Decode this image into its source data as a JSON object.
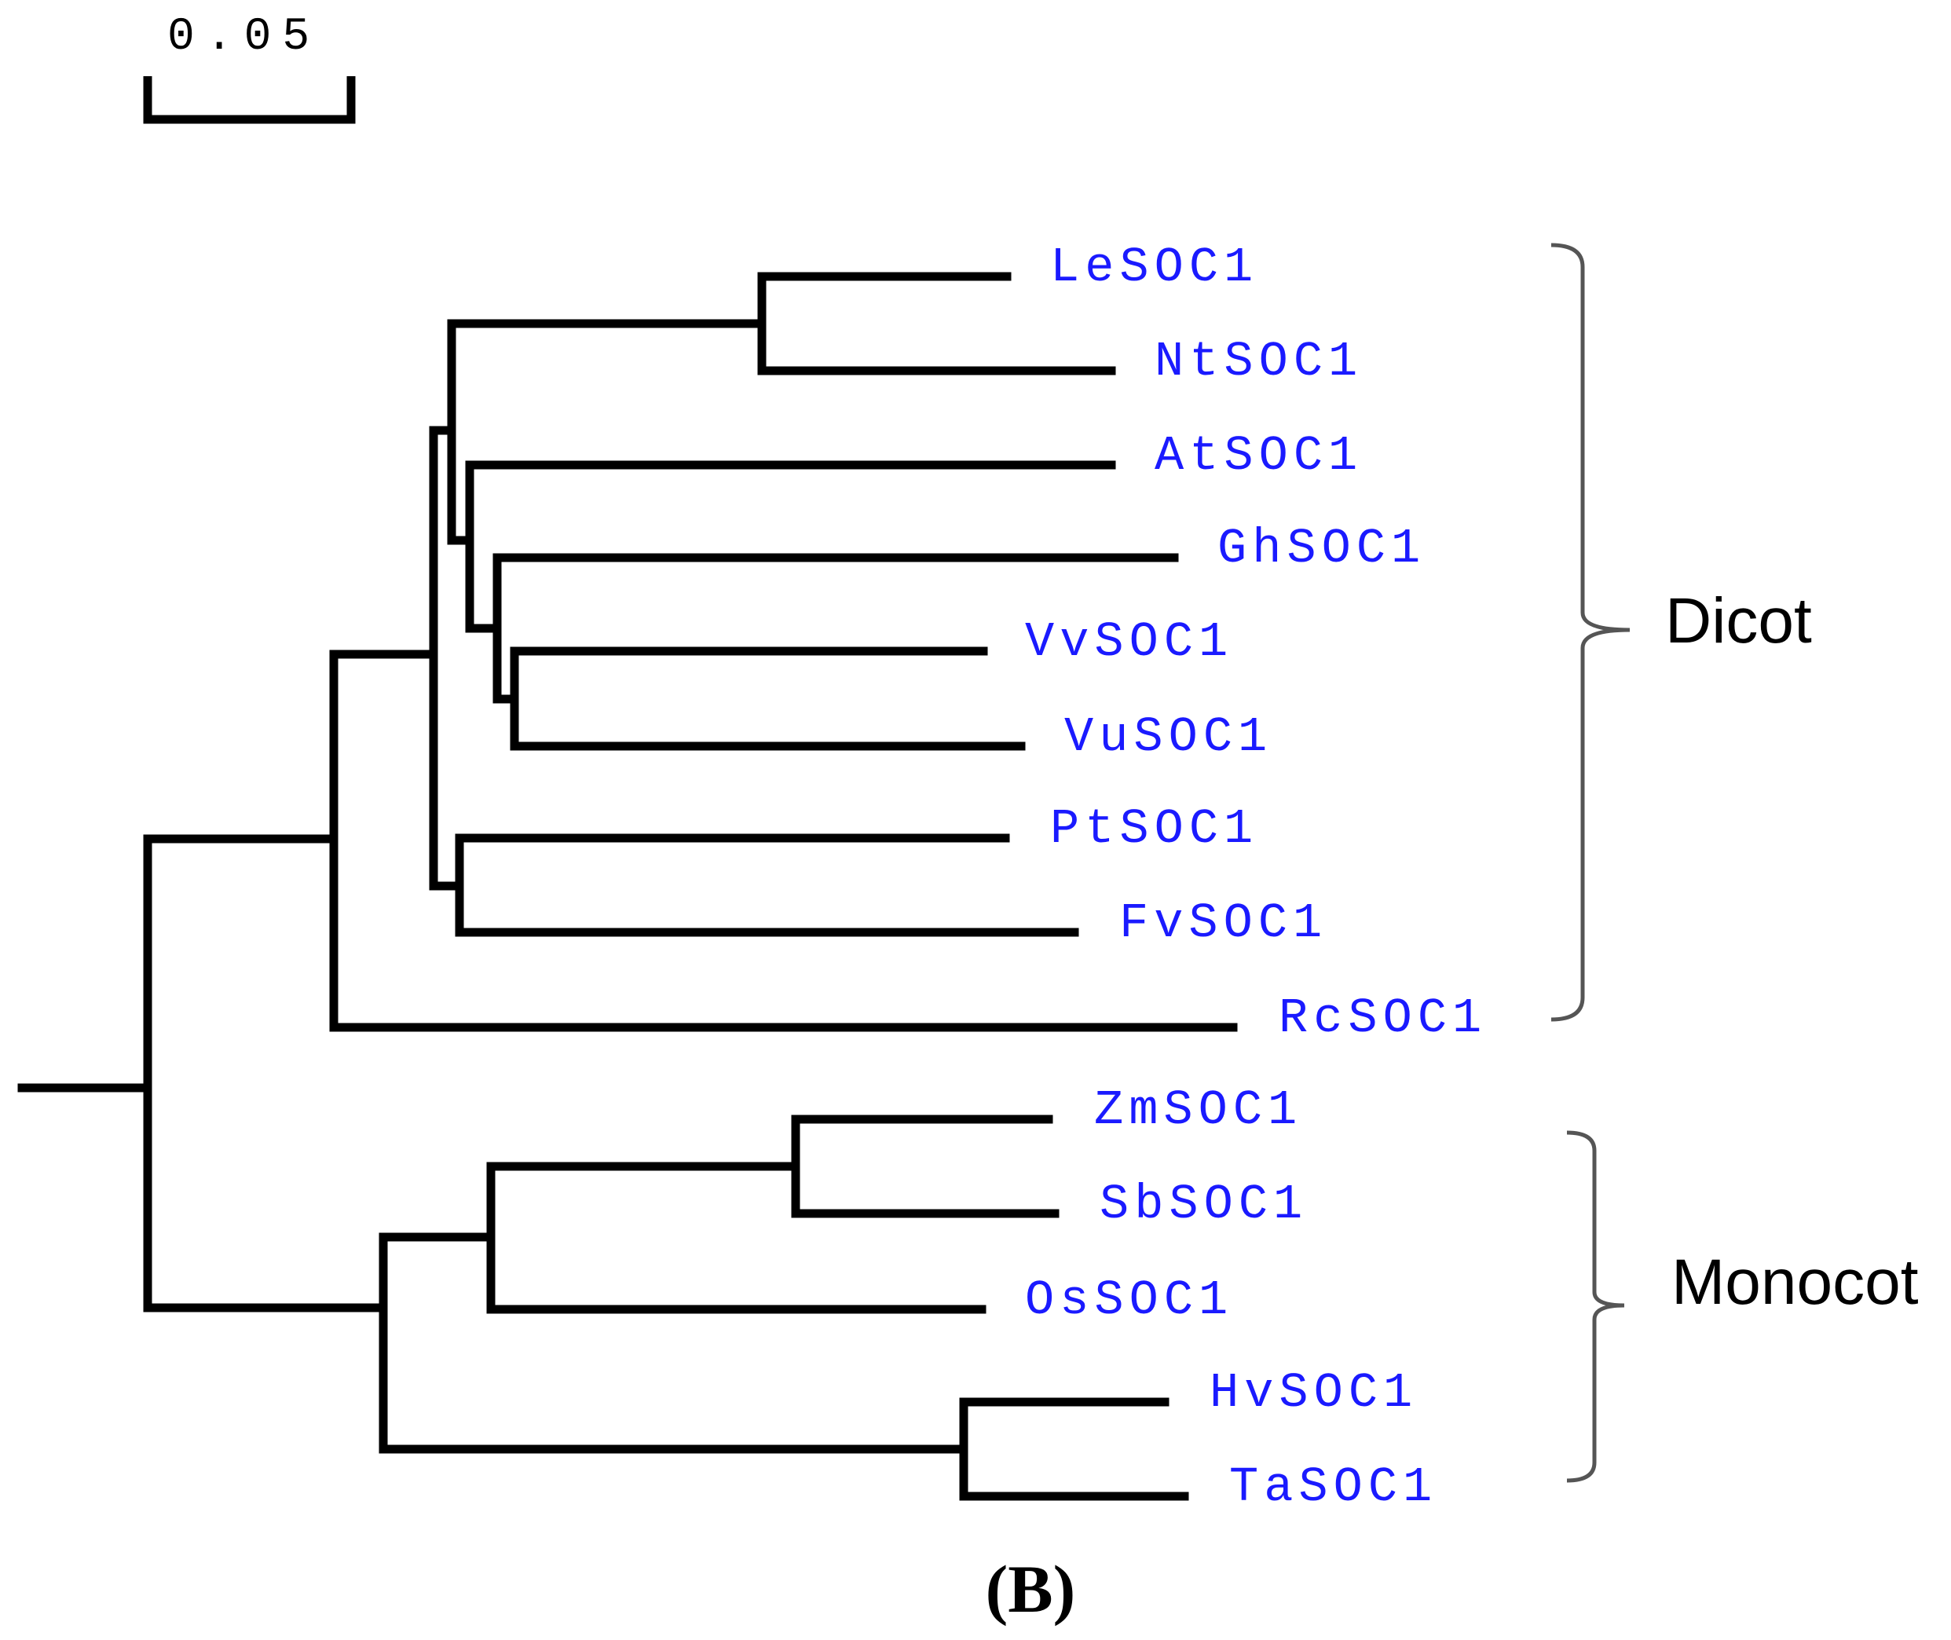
{
  "scale_bar": {
    "label": "0.05",
    "value": 0.05
  },
  "taxa": [
    {
      "id": "LeSOC1",
      "label": "LeSOC1"
    },
    {
      "id": "NtSOC1",
      "label": "NtSOC1"
    },
    {
      "id": "AtSOC1",
      "label": "AtSOC1"
    },
    {
      "id": "GhSOC1",
      "label": "GhSOC1"
    },
    {
      "id": "VvSOC1",
      "label": "VvSOC1"
    },
    {
      "id": "VuSOC1",
      "label": "VuSOC1"
    },
    {
      "id": "PtSOC1",
      "label": "PtSOC1"
    },
    {
      "id": "FvSOC1",
      "label": "FvSOC1"
    },
    {
      "id": "RcSOC1",
      "label": "RcSOC1"
    },
    {
      "id": "ZmSOC1",
      "label": "ZmSOC1"
    },
    {
      "id": "SbSOC1",
      "label": "SbSOC1"
    },
    {
      "id": "OsSOC1",
      "label": "OsSOC1"
    },
    {
      "id": "HvSOC1",
      "label": "HvSOC1"
    },
    {
      "id": "TaSOC1",
      "label": "TaSOC1"
    }
  ],
  "groups": {
    "dicot": {
      "label": "Dicot",
      "members": [
        "LeSOC1",
        "NtSOC1",
        "AtSOC1",
        "GhSOC1",
        "VvSOC1",
        "VuSOC1",
        "PtSOC1",
        "FvSOC1",
        "RcSOC1"
      ]
    },
    "monocot": {
      "label": "Monocot",
      "members": [
        "ZmSOC1",
        "SbSOC1",
        "OsSOC1",
        "HvSOC1",
        "TaSOC1"
      ]
    }
  },
  "panel_label": "(B)",
  "colors": {
    "branch": "#000000",
    "taxon_label": "#1a1aff",
    "bracket": "#555555"
  }
}
